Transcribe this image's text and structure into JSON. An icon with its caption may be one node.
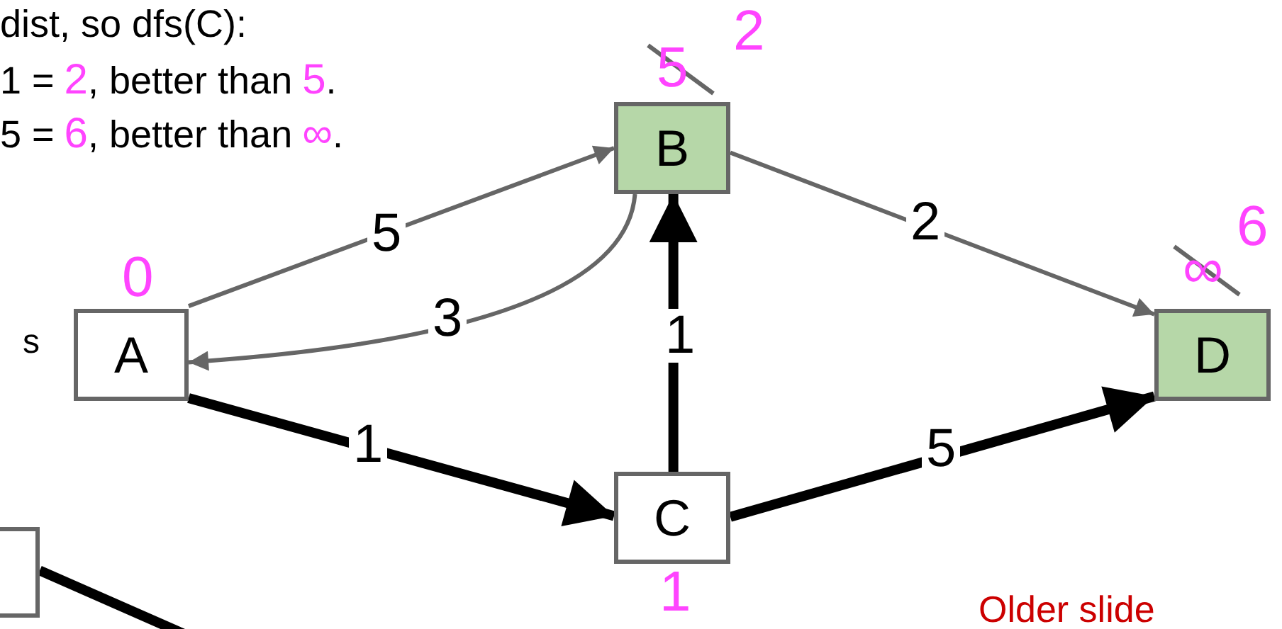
{
  "diagram": {
    "nodes": [
      {
        "text": [
          "A"
        ],
        "beside": [
          "s",
          "0"
        ]
      },
      {
        "text": [
          "B"
        ],
        "beside": [
          "5",
          "2"
        ]
      },
      {
        "text": [
          "C"
        ],
        "beside": [
          "1"
        ]
      },
      {
        "text": [
          "D"
        ],
        "beside": [
          "∞",
          "6"
        ]
      },
      {
        "text": [],
        "shape": "box"
      }
    ],
    "edges": [
      {
        "from": 0,
        "to": 1,
        "arrow": "to",
        "label": "5",
        "color": "#666666"
      },
      {
        "from": 1,
        "to": 0,
        "arrow": "to",
        "label": "3",
        "color": "#666666"
      },
      {
        "from": 1,
        "to": 3,
        "arrow": "to",
        "label": "2",
        "color": "#666666"
      },
      {
        "from": 0,
        "to": 2,
        "arrow": "to",
        "label": "1"
      },
      {
        "from": 2,
        "to": 1,
        "arrow": "to",
        "label": "1"
      },
      {
        "from": 2,
        "to": 3,
        "arrow": "to",
        "label": "5"
      },
      {
        "from": 4,
        "to": null,
        "arrow": "none"
      }
    ],
    "labels": [
      "dist, so dfs(C):",
      "1 =",
      "2",
      ", better than",
      "5",
      ".",
      "5 =",
      "6",
      ", better than",
      "∞",
      ".",
      "Older slide"
    ]
  }
}
